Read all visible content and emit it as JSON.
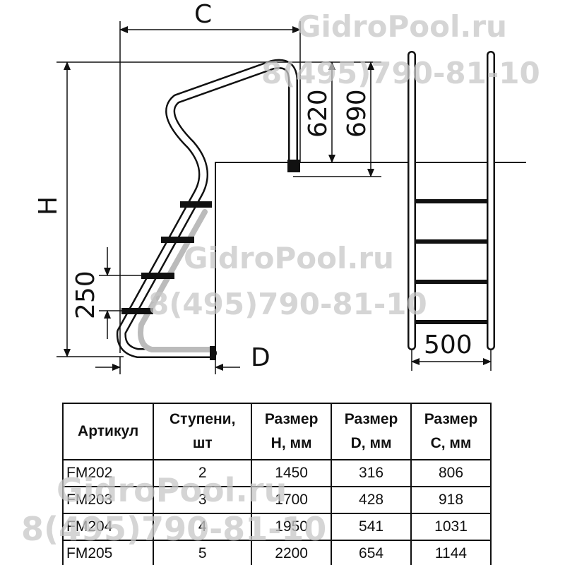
{
  "watermark": {
    "site": "GidroPool.ru",
    "phone": "8(495)790-81-10"
  },
  "dimensions": {
    "C": "C",
    "H": "H",
    "D": "D",
    "d250": "250",
    "d620": "620",
    "d690": "690",
    "d500": "500"
  },
  "table": {
    "headers": [
      [
        "Артикул"
      ],
      [
        "Ступени,",
        "шт"
      ],
      [
        "Размер",
        "H, мм"
      ],
      [
        "Размер",
        "D, мм"
      ],
      [
        "Размер",
        "C, мм"
      ]
    ],
    "rows": [
      [
        "FM202",
        "2",
        "1450",
        "316",
        "806"
      ],
      [
        "FM203",
        "3",
        "1700",
        "428",
        "918"
      ],
      [
        "FM204",
        "4",
        "1950",
        "541",
        "1031"
      ],
      [
        "FM205",
        "5",
        "2200",
        "654",
        "1144"
      ]
    ]
  }
}
